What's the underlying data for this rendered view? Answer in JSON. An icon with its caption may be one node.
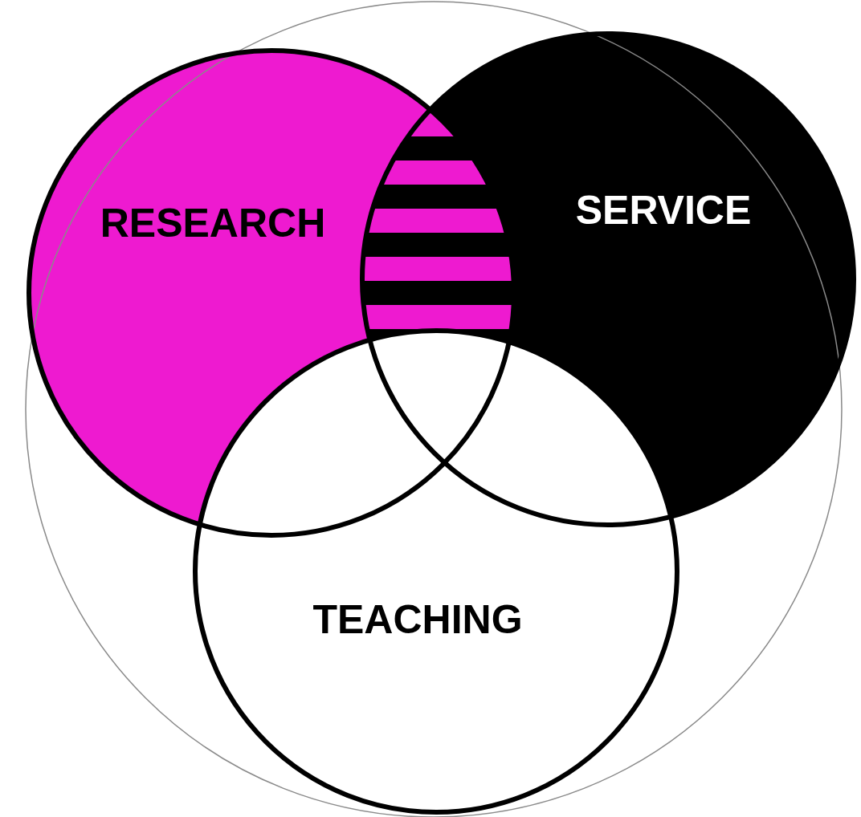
{
  "diagram": {
    "nodes": [
      {
        "text": [],
        "shape": "circle"
      },
      {
        "text": [
          "RESEARCH"
        ],
        "in": 0
      },
      {
        "text": [
          "SERVICE"
        ],
        "in": 0
      },
      {
        "text": [
          "TEACHING"
        ],
        "in": 0
      }
    ],
    "edges": []
  }
}
